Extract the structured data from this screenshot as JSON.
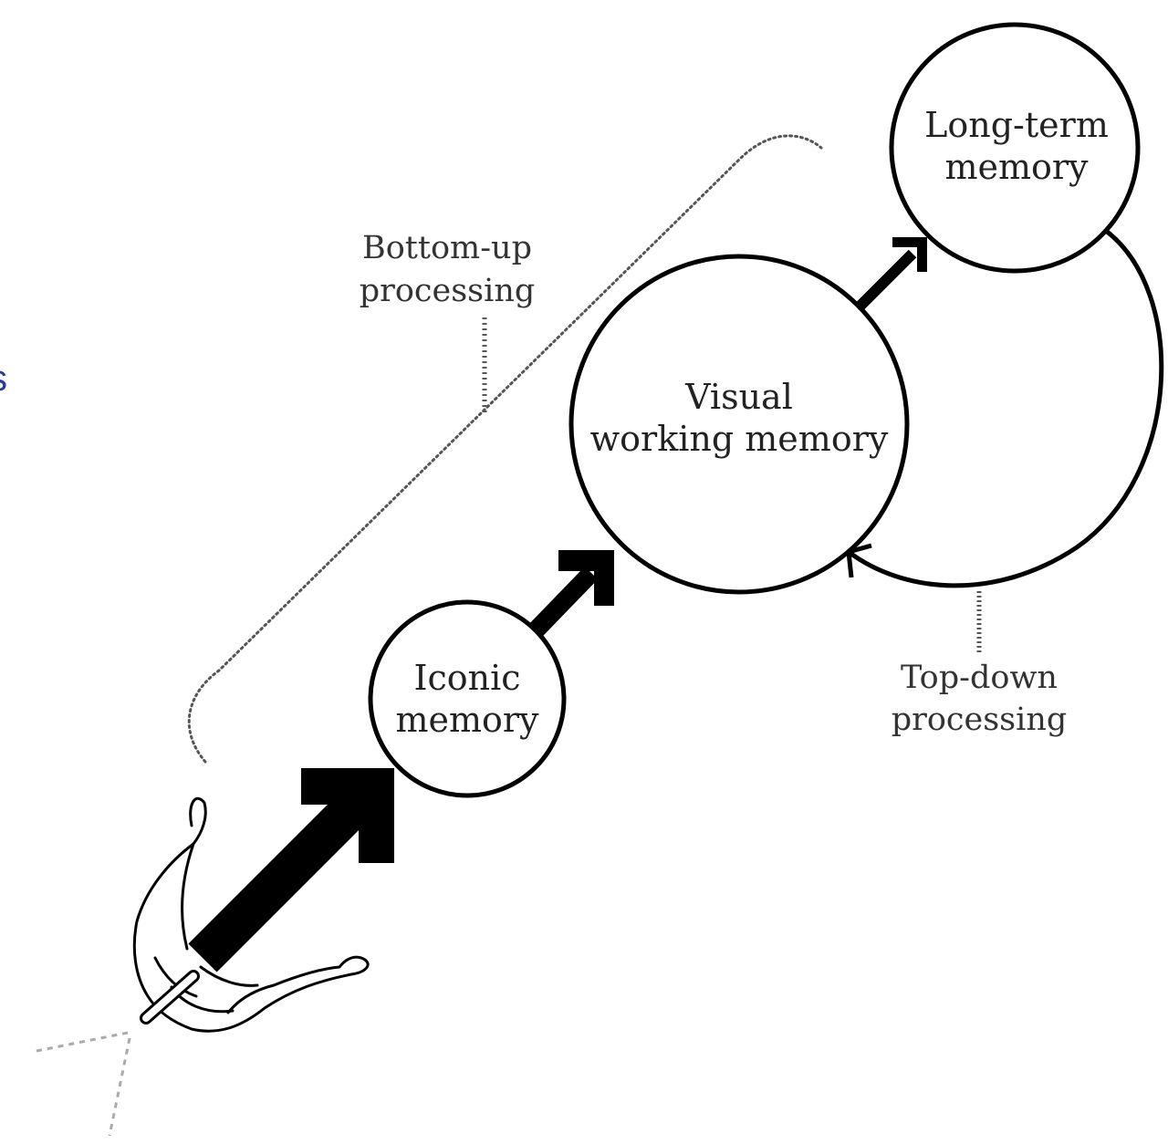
{
  "nodes": {
    "iconic_memory": {
      "line1": "Iconic",
      "line2": "memory"
    },
    "visual_working_memory": {
      "line1": "Visual",
      "line2": "working memory"
    },
    "long_term_memory": {
      "line1": "Long-term",
      "line2": "memory"
    }
  },
  "annotations": {
    "bottom_up": {
      "line1": "Bottom-up",
      "line2": "processing"
    },
    "top_down": {
      "line1": "Top-down",
      "line2": "processing"
    }
  },
  "edge_fragment": "s",
  "colors": {
    "stroke": "#000000",
    "dotted": "#555555",
    "dashed_light": "#aaaaaa",
    "edge_fragment": "#1f3f9a"
  },
  "icons": {
    "hand": "hand-holding-pencil-icon"
  }
}
